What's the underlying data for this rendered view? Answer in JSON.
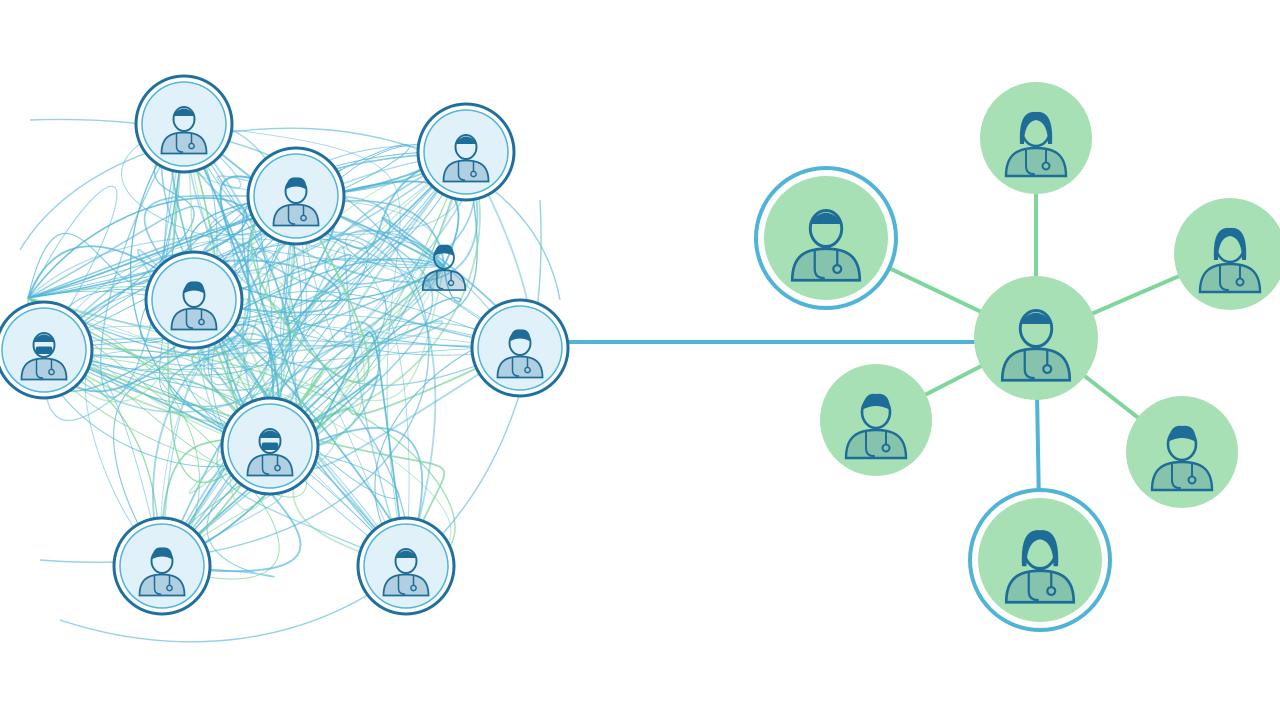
{
  "palette": {
    "blue": "#4fb4d8",
    "blue_dark": "#1f6f9f",
    "blue_fill": "#d9eef7",
    "green": "#7fd69a",
    "green_dark": "#3aa86a",
    "green_fill": "#a7e0b4",
    "icon": "#1e6d98"
  },
  "left_network": {
    "kind": "tangled peer-to-peer network",
    "members": [
      {
        "role": "doctor-with-cap"
      },
      {
        "role": "doctor"
      },
      {
        "role": "nurse"
      },
      {
        "role": "doctor"
      },
      {
        "role": "doctor-with-stethoscope"
      },
      {
        "role": "surgeon-masked"
      },
      {
        "role": "doctor"
      },
      {
        "role": "surgeon-masked"
      },
      {
        "role": "doctor"
      },
      {
        "role": "surgeon"
      },
      {
        "role": "doctor"
      }
    ]
  },
  "connector": {
    "kind": "single link between networks"
  },
  "right_network": {
    "kind": "hub-and-spoke network",
    "hub": {
      "role": "nurse-coordinator"
    },
    "spokes": [
      {
        "role": "female-doctor"
      },
      {
        "role": "nurse"
      },
      {
        "role": "female-doctor"
      },
      {
        "role": "doctor"
      },
      {
        "role": "doctor"
      },
      {
        "role": "female-doctor"
      }
    ]
  }
}
